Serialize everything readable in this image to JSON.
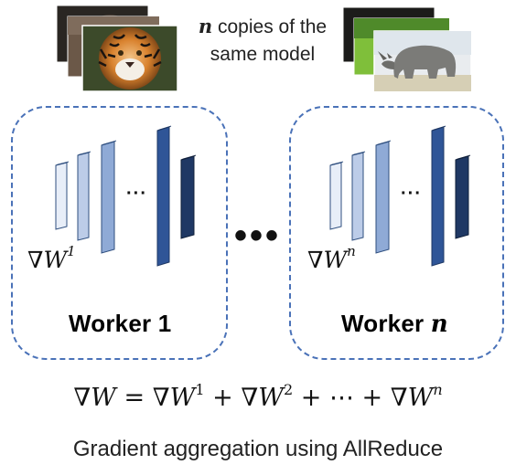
{
  "header": {
    "copies_var": "n",
    "copies_rest_line1": " copies of the",
    "copies_line2": "same model"
  },
  "images": {
    "left_stack": [
      "dark animal photo",
      "animal photo",
      "tiger photo"
    ],
    "right_stack": [
      "dark animal photo",
      "green field photo",
      "rhino photo"
    ]
  },
  "workers": [
    {
      "label_text": "Worker 1",
      "label_var": "",
      "grad_symbol": "∇",
      "grad_var": "W",
      "grad_sup": "1",
      "ellipsis": "···"
    },
    {
      "label_text": "Worker ",
      "label_var": "n",
      "grad_symbol": "∇",
      "grad_var": "W",
      "grad_sup": "n",
      "ellipsis": "···"
    }
  ],
  "between_workers": "•••",
  "equation": {
    "lhs_nabla": "∇",
    "lhs_var": "W",
    "eq": " = ",
    "t1_nabla": "∇",
    "t1_var": "W",
    "t1_sup": "1",
    "plus1": " + ",
    "t2_nabla": "∇",
    "t2_var": "W",
    "t2_sup": "2",
    "plus2": " + ",
    "cdots": "⋯",
    "plus3": " + ",
    "t3_nabla": "∇",
    "t3_var": "W",
    "t3_sup": "n"
  },
  "caption": "Gradient aggregation using AllReduce",
  "colors": {
    "dashed_border": "#4a72b8",
    "layer_1": "#e8eef8",
    "layer_2": "#bccce8",
    "layer_3": "#8faad6",
    "layer_4": "#2f5597",
    "layer_5": "#1f3864"
  }
}
